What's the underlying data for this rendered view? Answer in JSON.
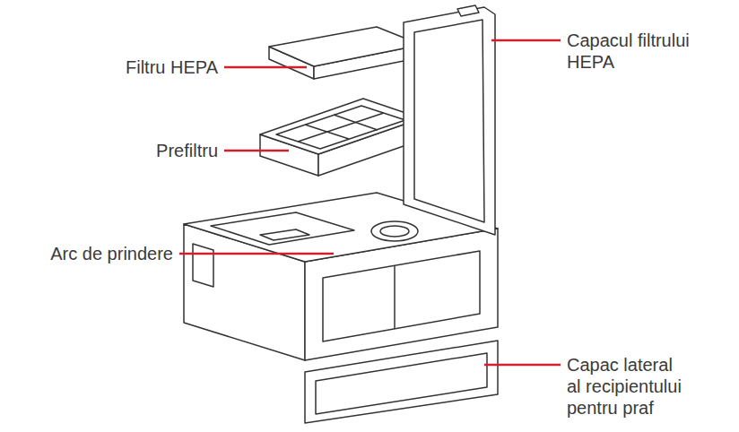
{
  "diagram": {
    "labels": [
      "Filtru HEPA",
      "Prefiltru",
      "Arc de prindere",
      "Capacul filtrului HEPA",
      "Capac lateral al recipientului pentru praf"
    ]
  }
}
